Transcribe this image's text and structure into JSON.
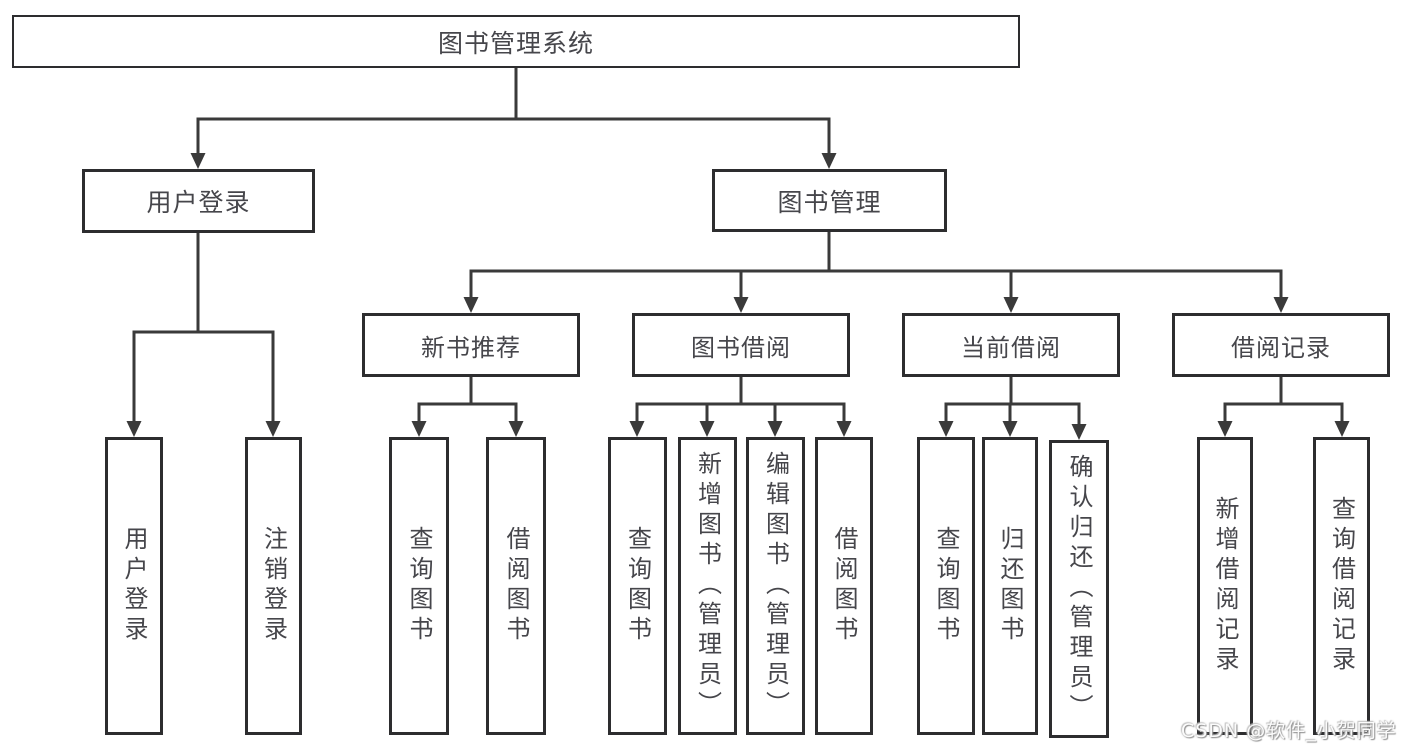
{
  "colors": {
    "line": "#3a3a3a",
    "box_border": "#2d2d2f",
    "text": "#46464b",
    "background": "#ffffff"
  },
  "watermark": "CSDN @软件_小贺同学",
  "tree": {
    "root": {
      "label": "图书管理系统"
    },
    "branches": [
      {
        "label": "用户登录",
        "children": [
          {
            "label": "用户登录"
          },
          {
            "label": "注销登录"
          }
        ]
      },
      {
        "label": "图书管理",
        "children": [
          {
            "label": "新书推荐",
            "children": [
              {
                "label": "查询图书"
              },
              {
                "label": "借阅图书"
              }
            ]
          },
          {
            "label": "图书借阅",
            "children": [
              {
                "label": "查询图书"
              },
              {
                "label": "新增图书（管理员）"
              },
              {
                "label": "编辑图书（管理员）"
              },
              {
                "label": "借阅图书"
              }
            ]
          },
          {
            "label": "当前借阅",
            "children": [
              {
                "label": "查询图书"
              },
              {
                "label": "归还图书"
              },
              {
                "label": "确认归还（管理员）"
              }
            ]
          },
          {
            "label": "借阅记录",
            "children": [
              {
                "label": "新增借阅记录"
              },
              {
                "label": "查询借阅记录"
              }
            ]
          }
        ]
      }
    ]
  }
}
